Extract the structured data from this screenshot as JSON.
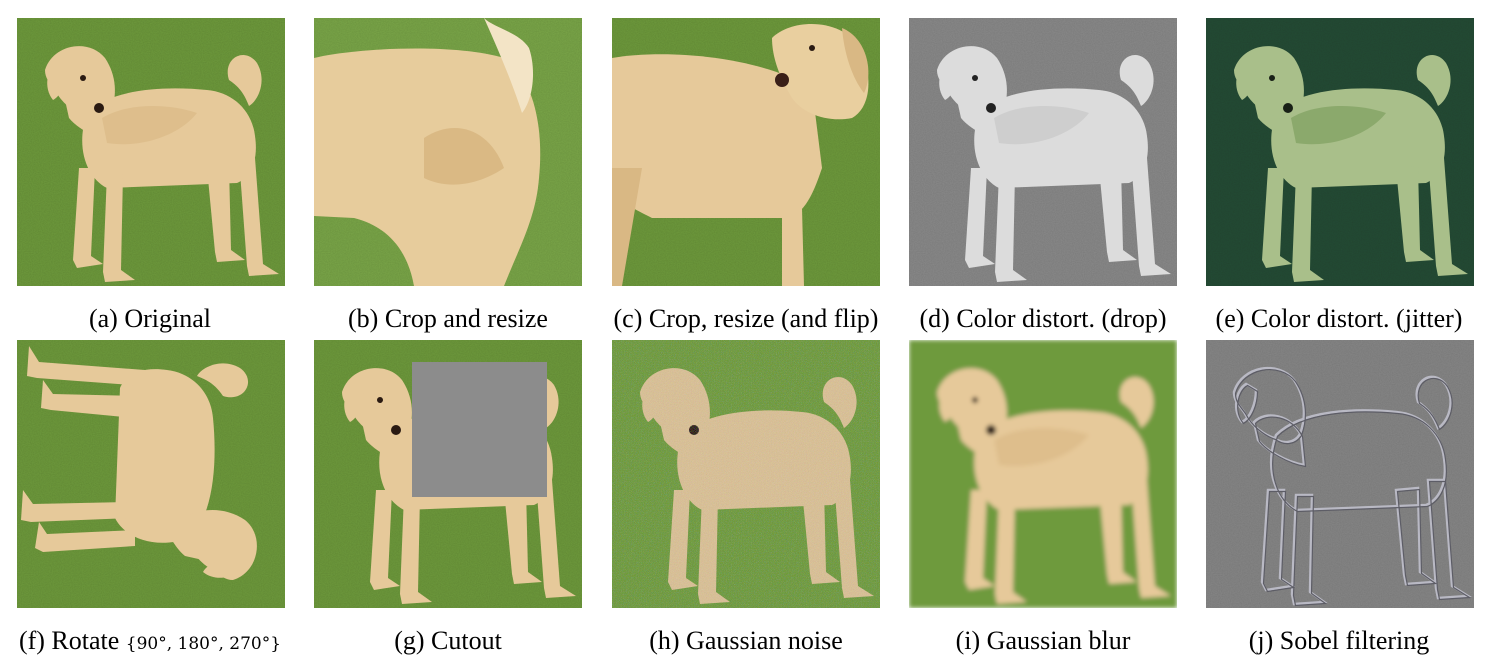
{
  "figure": {
    "panels": [
      {
        "id": "a",
        "caption": "(a) Original",
        "augmentation": "none"
      },
      {
        "id": "b",
        "caption": "(b) Crop and resize",
        "augmentation": "crop-resize"
      },
      {
        "id": "c",
        "caption": "(c) Crop, resize (and flip)",
        "augmentation": "crop-resize-flip"
      },
      {
        "id": "d",
        "caption": "(d) Color distort. (drop)",
        "augmentation": "grayscale"
      },
      {
        "id": "e",
        "caption": "(e) Color distort. (jitter)",
        "augmentation": "color-jitter"
      },
      {
        "id": "f",
        "caption_prefix": "(f) Rotate ",
        "caption_math": "{90°, 180°, 270°}",
        "augmentation": "rotate"
      },
      {
        "id": "g",
        "caption": "(g) Cutout",
        "augmentation": "cutout"
      },
      {
        "id": "h",
        "caption": "(h) Gaussian noise",
        "augmentation": "gaussian-noise"
      },
      {
        "id": "i",
        "caption": "(i) Gaussian blur",
        "augmentation": "gaussian-blur"
      },
      {
        "id": "j",
        "caption": "(j) Sobel filtering",
        "augmentation": "sobel"
      }
    ],
    "colors": {
      "grass": "#6e9a3c",
      "grass_dark": "#5a8530",
      "dog_fur": "#e6c99a",
      "dog_shadow": "#c9a670",
      "cutout_gray": "#8c8c8c",
      "gray_bg": "#8a8a8a",
      "jitter_bg": "#254c35",
      "sobel_bg": "#878787"
    }
  }
}
